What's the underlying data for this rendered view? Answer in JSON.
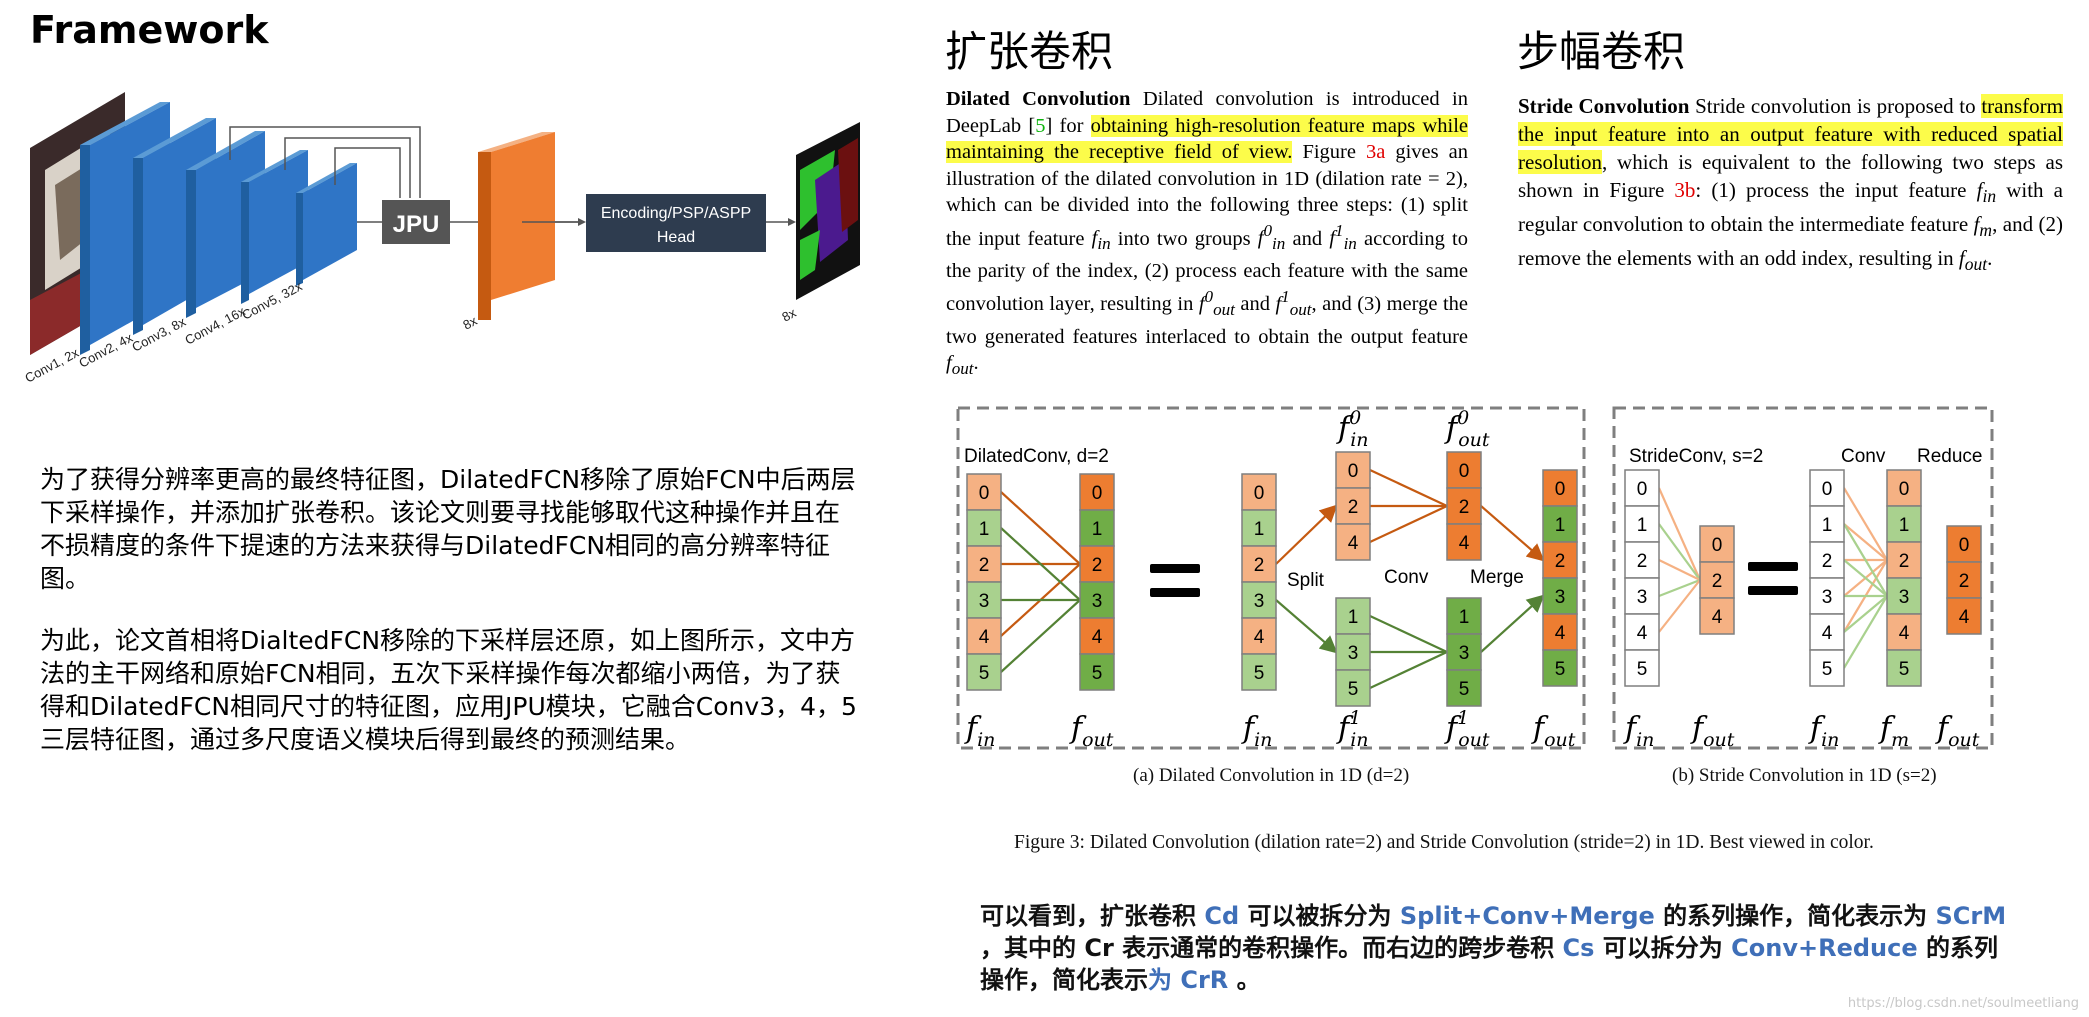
{
  "framework": {
    "title": "Framework",
    "jpu_label": "JPU",
    "head_label_1": "Encoding/PSP/ASPP",
    "head_label_2": "Head",
    "conv_labels": [
      "Conv1, 2x",
      "Conv2, 4x",
      "Conv3, 8x",
      "Conv4, 16x",
      "Conv5, 32x"
    ],
    "mid_label": "8x",
    "out_label": "8x",
    "colors": {
      "blue": "#2f75c6",
      "orange": "#ef7d31",
      "dark": "#2e3c4f",
      "jpu": "#555555"
    }
  },
  "left_text": {
    "para1": "为了获得分辨率更高的最终特征图，DilatedFCN移除了原始FCN中后两层下采样操作，并添加扩张卷积。该论文则要寻找能够取代这种操作并且在不损精度的条件下提速的方法来获得与DilatedFCN相同的高分辨率特征图。",
    "para2": "为此，论文首相将DialtedFCN移除的下采样层还原，如上图所示，文中方法的主干网络和原始FCN相同，五次下采样操作每次都缩小两倍，为了获得和DilatedFCN相同尺寸的特征图，应用JPU模块，它融合Conv3，4，5三层特征图，通过多尺度语义模块后得到最终的预测结果。"
  },
  "dilated": {
    "heading": "扩张卷积",
    "lead": "Dilated Convolution",
    "t1": " Dilated convolution is introduced in DeepLab [",
    "ref5": "5",
    "t2": "] for ",
    "hl": "obtaining high-resolution feature maps while maintaining the receptive field of view.",
    "t3": " Figure ",
    "ref3a": "3a",
    "t4": " gives an illustration of the dilated convolution in 1D (dilation rate = 2), which can be divided into the following three steps: (1) split the input feature ",
    "fin": "f",
    "fin_sub": "in",
    "t5": " into two groups ",
    "t6": " and ",
    "t7": " according to the parity of the index, (2) process each feature with the same convolution layer, resulting in ",
    "t8": " and ",
    "t9": ", and (3) merge the two generated features interlaced to obtain the output feature ",
    "fout_sub": "out",
    "t10": "."
  },
  "stride": {
    "heading": "步幅卷积",
    "lead": "Stride Convolution",
    "t1": " Stride convolution is proposed to ",
    "hl": "transform the input feature into an output feature with reduced spatial resolution",
    "t2": ", which is equivalent to the following two steps as shown in Figure ",
    "ref3b": "3b",
    "t3": ": (1) process the input feature ",
    "t4": " with a regular convolution to obtain the intermediate feature ",
    "fm_sub": "m",
    "t5": ", and (2) remove the elements with an odd index, resulting in ",
    "t6": "."
  },
  "figure": {
    "a_title": "DilatedConv, d=2",
    "b_title": "StrideConv, s=2",
    "split": "Split",
    "conv": "Conv",
    "merge": "Merge",
    "conv_b": "Conv",
    "reduce": "Reduce",
    "eq": "=",
    "cap_a": "(a) Dilated Convolution in 1D (d=2)",
    "cap_b": "(b) Stride Convolution in 1D (s=2)",
    "fig_caption": "Figure 3: Dilated Convolution (dilation rate=2) and Stride Convolution (stride=2) in 1D. Best viewed in color.",
    "sym_f": "f",
    "sym_in": "in",
    "sym_out": "out",
    "sym_m": "m",
    "sup0": "0",
    "sup1": "1",
    "col_full": [
      "0",
      "1",
      "2",
      "3",
      "4",
      "5"
    ],
    "col_even": [
      "0",
      "2",
      "4"
    ],
    "col_odd": [
      "1",
      "3",
      "5"
    ],
    "colors": {
      "orange_light": "#f5b183",
      "orange_dark": "#ed7d31",
      "green_light": "#a9d18e",
      "green_dark": "#70ad47",
      "line_orange": "#c55a11",
      "line_green": "#548235",
      "box": "#7f7f7f"
    }
  },
  "bottom": {
    "s1": "可以看到，扩张卷积 ",
    "cd": "Cd",
    "s2": " 可以被拆分为 ",
    "scm": "Split+Conv+Merge",
    "s3": " 的系列操作，简化表示为 ",
    "scrm": "SCrM",
    "s4": " ，其中的 Cr 表示通常的卷积操作。而右边的跨步卷积 ",
    "cs": "Cs",
    "s5": " 可以拆分为 ",
    "cr_ops": "Conv+Reduce",
    "s6": " 的系列操作，简化表示",
    "crr": "为 CrR",
    "s7": " 。"
  },
  "watermark": "https://blog.csdn.net/soulmeetliang"
}
